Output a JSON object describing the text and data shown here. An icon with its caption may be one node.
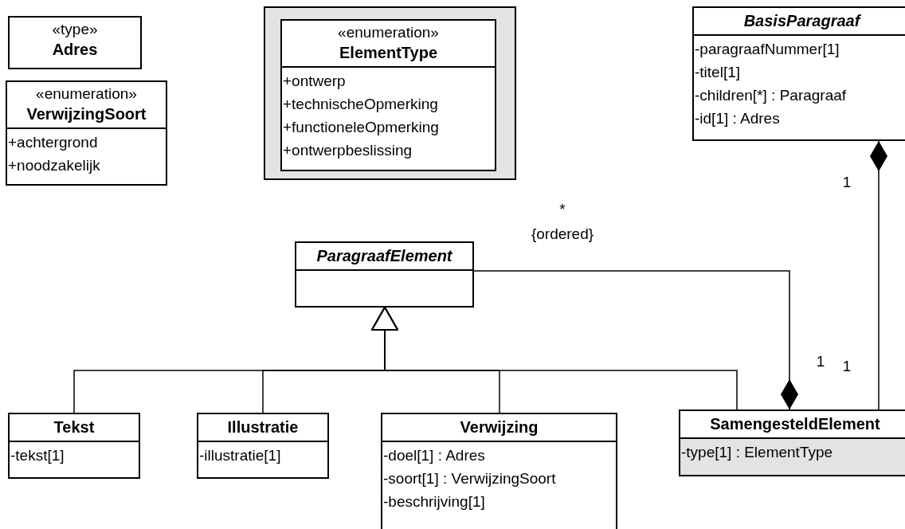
{
  "diagram": {
    "nodes": [
      {
        "text": [
          "«type»",
          "Adres"
        ]
      },
      {
        "text": [
          "«enumeration»",
          "VerwijzingSoort",
          "+achtergrond",
          "+noodzakelijk"
        ]
      },
      {
        "text": [],
        "shape": "box"
      },
      {
        "text": [
          "«enumeration»",
          "ElementType",
          "+ontwerp",
          "+technischeOpmerking",
          "+functioneleOpmerking",
          "+ontwerpbeslissing"
        ],
        "in": 2
      },
      {
        "text": [
          "BasisParagraaf",
          "-paragraafNummer[1]",
          "-titel[1]",
          "-children[*] : Paragraaf",
          "-id[1] : Adres"
        ]
      },
      {
        "text": [
          "ParagraafElement"
        ]
      },
      {
        "text": [
          "Tekst",
          "-tekst[1]"
        ]
      },
      {
        "text": [
          "Illustratie",
          "-illustratie[1]"
        ]
      },
      {
        "text": [
          "Verwijzing",
          "-doel[1] : Adres",
          "-soort[1] : VerwijzingSoort",
          "-beschrijving[1]"
        ]
      },
      {
        "text": [
          "SamengesteldElement",
          "-type[1] : ElementType"
        ]
      }
    ],
    "edges": [
      {
        "from": 6,
        "to": 5,
        "arrow": "to"
      },
      {
        "from": 7,
        "to": 5,
        "arrow": "to"
      },
      {
        "from": 8,
        "to": 5,
        "arrow": "to"
      },
      {
        "from": 9,
        "to": 5,
        "arrow": "to"
      },
      {
        "from": 5,
        "to": 9,
        "arrow": "other"
      },
      {
        "from": 9,
        "to": 4,
        "arrow": "other"
      }
    ],
    "labels": [
      "1",
      "*",
      "{ordered}",
      "1",
      "1"
    ]
  }
}
